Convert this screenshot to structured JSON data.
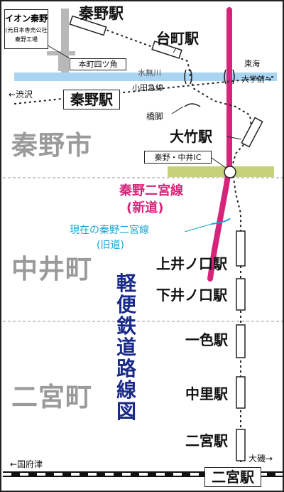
{
  "title": [
    "軽",
    "便",
    "鉄",
    "道",
    "路",
    "線",
    "図"
  ],
  "cities": {
    "hadano": "秦野市",
    "nakai": "中井町",
    "ninomiya": "二宮町"
  },
  "factory": {
    "line1": "イオン秦野",
    "line2": "(元日本専売公社",
    "line3": "秦野工場"
  },
  "labels": {
    "motomachi": "本町四ツ角",
    "mizunashi": "水無川",
    "odakyu": "小田急線",
    "shibusawa": "←渋沢",
    "tokai": "東海",
    "tokai2": "大学前→",
    "hashiashi": "橋脚",
    "ic": "秦野・中井IC",
    "kokufu": "←国府津",
    "oiso": "大磯→"
  },
  "stations": {
    "hadano_old": "秦野駅",
    "daimachi": "台町駅",
    "hadano_odakyu": "秦野駅",
    "otake": "大竹駅",
    "kamiinokuchi": "上井ノ口駅",
    "shimoinokuchi": "下井ノ口駅",
    "isshiki": "一色駅",
    "nakazato": "中里駅",
    "ninomiya": "二宮駅",
    "ninomiya_jr": "二宮駅"
  },
  "roads": {
    "new": {
      "line1": "秦野二宮線",
      "line2": "(新道)",
      "color": "#d6247a"
    },
    "old": {
      "line1": "現在の秦野二宮線",
      "line2": "(旧道)",
      "color": "#1aa3d6"
    }
  },
  "colors": {
    "river": "#a9d4f2",
    "ic_band": "#c5d27a",
    "city": "#9a9a9a",
    "title": "#1a2a8a"
  }
}
